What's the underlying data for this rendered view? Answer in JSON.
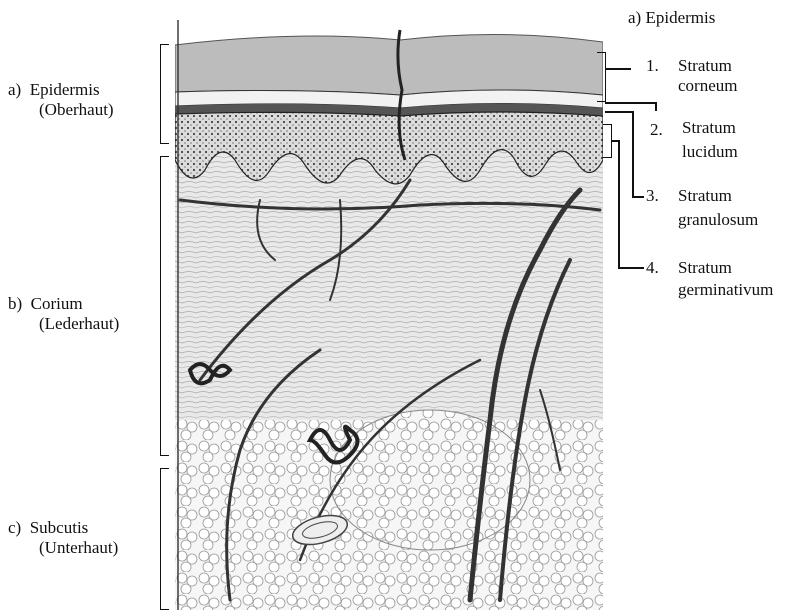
{
  "left_labels": {
    "epidermis": {
      "letter": "a)",
      "name": "Epidermis",
      "sub": "(Oberhaut)"
    },
    "corium": {
      "letter": "b)",
      "name": "Corium",
      "sub": "(Lederhaut)"
    },
    "subcutis": {
      "letter": "c)",
      "name": "Subcutis",
      "sub": "(Unterhaut)"
    }
  },
  "right_header": "a) Epidermis",
  "strata": [
    {
      "num": "1.",
      "line1": "Stratum",
      "line2": "corneum"
    },
    {
      "num": "2.",
      "line1": "Stratum",
      "line2": "lucidum"
    },
    {
      "num": "3.",
      "line1": "Stratum",
      "line2": "granulosum"
    },
    {
      "num": "4.",
      "line1": "Stratum",
      "line2": "germinativum"
    }
  ]
}
